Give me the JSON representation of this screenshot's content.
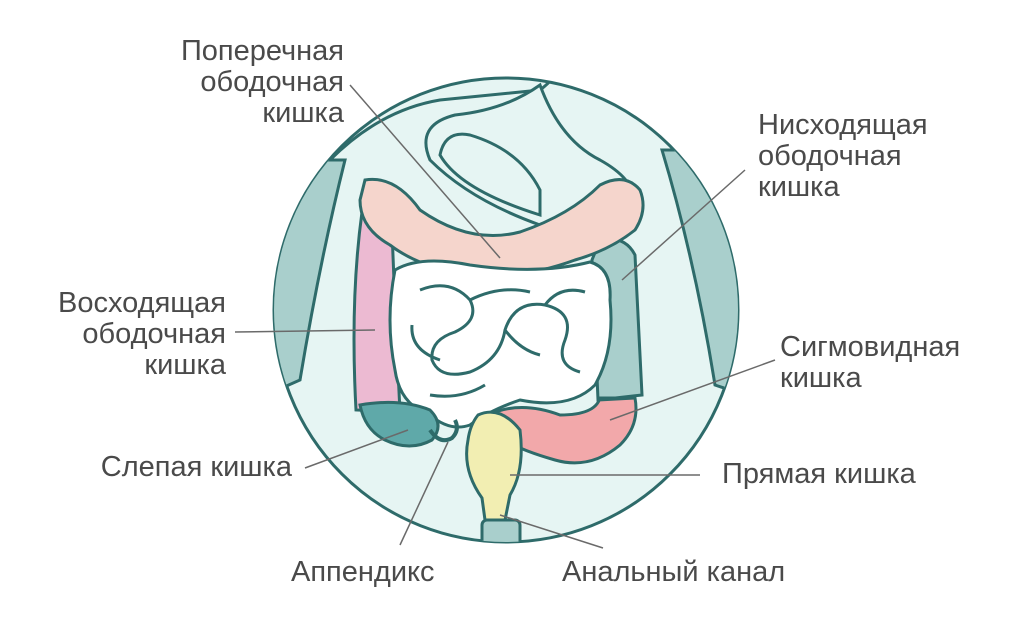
{
  "labels": {
    "transverse": [
      "Поперечная",
      "ободочная",
      "кишка"
    ],
    "descending": [
      "Нисходящая",
      "ободочная",
      "кишка"
    ],
    "ascending": [
      "Восходящая",
      "ободочная",
      "кишка"
    ],
    "sigmoid": [
      "Сигмовидная",
      "кишка"
    ],
    "cecum": "Слепая кишка",
    "rectum": "Прямая кишка",
    "appendix": "Аппендикс",
    "anal_canal": "Анальный канал"
  },
  "colors": {
    "outline": "#2e6b6a",
    "background_circle": "#e6f5f3",
    "body_sides": "#a9cfcc",
    "transverse_colon": "#f5d5cc",
    "ascending_colon": "#ecbad2",
    "descending_colon": "#a9cfcc",
    "cecum": "#5fa9a9",
    "sigmoid_colon": "#f2a8aa",
    "rectum": "#f2eeb2",
    "small_intestine": "#ffffff",
    "leader_line": "#6a6a6a",
    "label_text": "#4a4a4a"
  }
}
